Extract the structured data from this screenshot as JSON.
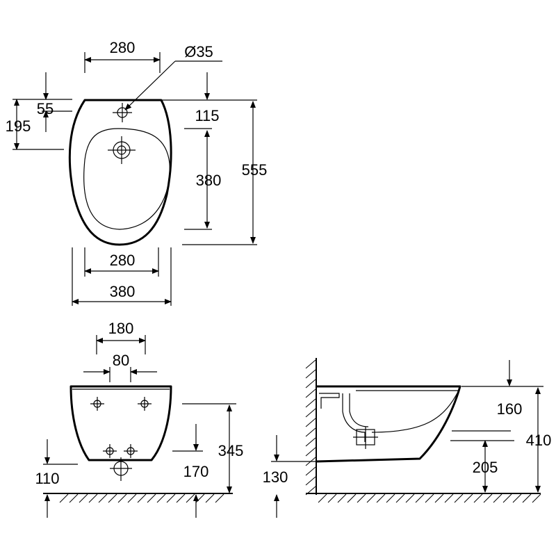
{
  "top_view": {
    "width_top": "280",
    "hole_diameter": "Ø35",
    "offset_55": "55",
    "offset_195": "195",
    "offset_115": "115",
    "bowl_380": "380",
    "length_555": "555",
    "width_bottom_inner": "280",
    "width_bottom_outer": "380"
  },
  "front_view": {
    "spacing_180": "180",
    "spacing_80": "80",
    "height_345": "345",
    "height_170": "170",
    "height_110": "110"
  },
  "side_view": {
    "depth_160": "160",
    "height_410": "410",
    "height_205": "205",
    "height_130": "130"
  }
}
